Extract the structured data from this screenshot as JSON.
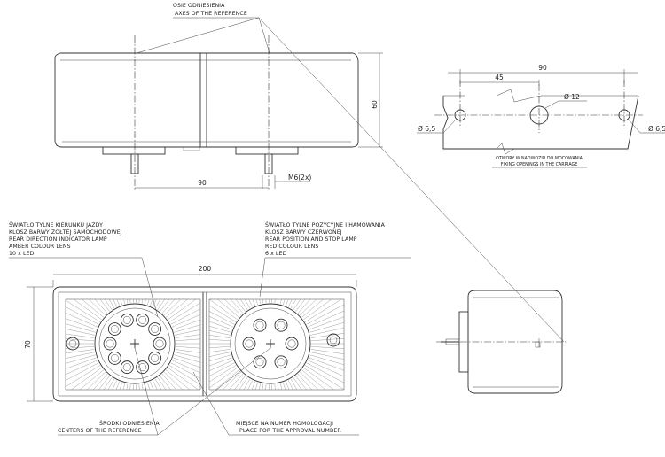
{
  "labels": {
    "axes_pl": "OSIE ODNIESIENIA",
    "axes_en": "AXES OF THE REFERENCE",
    "left_lamp": [
      "ŚWIATŁO TYLNE KIERUNKU JAZDY",
      "KLOSZ BARWY ŻÓŁTEJ SAMOCHODOWEJ",
      "REAR DIRECTION INDICATOR LAMP",
      "AMBER COLOUR LENS",
      "10 x LED"
    ],
    "right_lamp": [
      "ŚWIATŁO TYLNE POZYCYJNE I HAMOWANIA",
      "KLOSZ BARWY CZERWONEJ",
      "REAR POSITION AND STOP LAMP",
      "RED COLOUR LENS",
      "6 x LED"
    ],
    "centers_pl": "ŚRODKI ODNIESIENIA",
    "centers_en": "CENTERS OF THE REFERENCE",
    "approval_pl": "MIEJSCE NA NUMER HOMOLOGACJI",
    "approval_en": "PLACE FOR THE APPROVAL NUMBER",
    "openings_pl": "OTWORY W NADWOZIU DO MOCOWANIA",
    "openings_en": "FIXING OPENINGS IN THE CARRIAGE"
  },
  "dimensions": {
    "height_top": "60",
    "stud_spacing": "90",
    "thread": "M6(2x)",
    "width_front": "200",
    "height_front": "70",
    "hole_spacing": "90",
    "hole_offset": "45",
    "center_hole": "Ø 12",
    "side_hole_left": "Ø 6,5",
    "side_hole_right": "Ø 6,5"
  }
}
